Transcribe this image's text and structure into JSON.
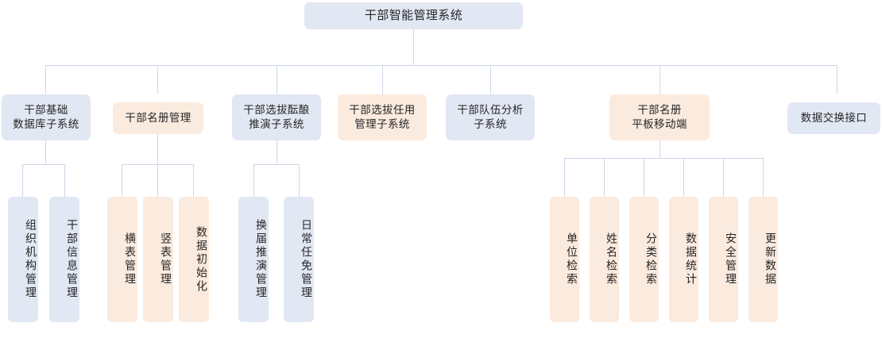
{
  "diagram": {
    "title": "干部智能管理系统",
    "type": "organization-tree",
    "colors": {
      "blue_fill": "#e1e7f3",
      "peach_fill": "#fbeade",
      "connector": "#ccd7e8",
      "text": "#262626",
      "background": "#ffffff"
    },
    "root": {
      "label": "干部智能管理系统",
      "style": "blue"
    },
    "level2": [
      {
        "label": "干部基础\n数据库子系统",
        "line1": "干部基础",
        "line2": "数据库子系统",
        "style": "blue"
      },
      {
        "label": "干部名册管理",
        "line1": "干部名册管理",
        "line2": "",
        "style": "peach"
      },
      {
        "label": "干部选拔酝酿\n推演子系统",
        "line1": "干部选拔酝酿",
        "line2": "推演子系统",
        "style": "blue"
      },
      {
        "label": "干部选拔任用\n管理子系统",
        "line1": "干部选拔任用",
        "line2": "管理子系统",
        "style": "peach"
      },
      {
        "label": "干部队伍分析\n子系统",
        "line1": "干部队伍分析",
        "line2": "子系统",
        "style": "blue"
      },
      {
        "label": "干部名册\n平板移动端",
        "line1": "干部名册",
        "line2": "平板移动端",
        "style": "peach"
      },
      {
        "label": "数据交换接口",
        "line1": "数据交换接口",
        "line2": "",
        "style": "blue"
      }
    ],
    "level3": {
      "group_db": [
        {
          "label": "组织机构管理",
          "style": "blue"
        },
        {
          "label": "干部信息管理",
          "style": "blue"
        }
      ],
      "group_roster": [
        {
          "label": "横表管理",
          "style": "peach"
        },
        {
          "label": "竖表管理",
          "style": "peach"
        },
        {
          "label": "数据初始化",
          "style": "peach"
        }
      ],
      "group_selection": [
        {
          "label": "换届推演管理",
          "style": "blue"
        },
        {
          "label": "日常任免管理",
          "style": "blue"
        }
      ],
      "group_mobile": [
        {
          "label": "单位检索",
          "style": "peach"
        },
        {
          "label": "姓名检索",
          "style": "peach"
        },
        {
          "label": "分类检索",
          "style": "peach"
        },
        {
          "label": "数据统计",
          "style": "peach"
        },
        {
          "label": "安全管理",
          "style": "peach"
        },
        {
          "label": "更新数据",
          "style": "peach"
        }
      ]
    }
  }
}
